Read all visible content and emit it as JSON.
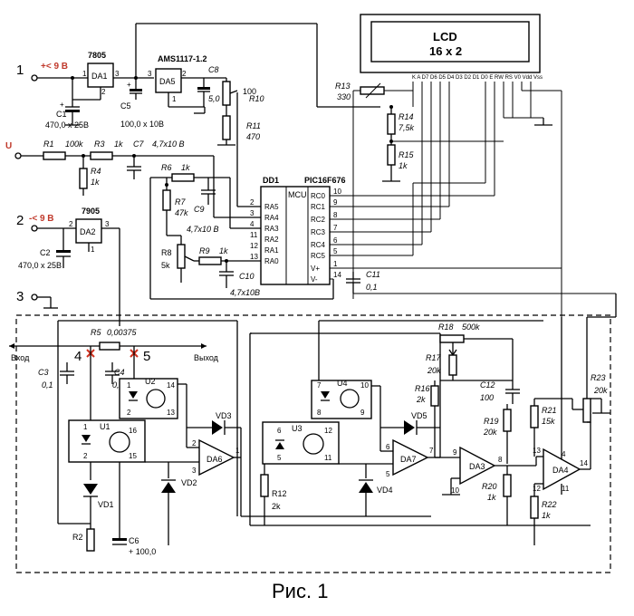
{
  "terminals": {
    "t1": {
      "num": "1",
      "label": "+< 9 В"
    },
    "t2": {
      "num": "2",
      "label": "-< 9 В"
    },
    "t3": {
      "num": "3"
    },
    "u": "U",
    "t4": "4",
    "t5": "5"
  },
  "lcd": {
    "title": "LCD",
    "size": "16 x 2",
    "pins": "K A D7 D6 D5 D4 D3 D2 D1 D0 E RW RS V0 Vdd Vss"
  },
  "ics": {
    "da1": "DA1",
    "da1_type": "7805",
    "da5": "DA5",
    "da5_type": "AMS1117-1.2",
    "da2": "DA2",
    "da2_type": "7905",
    "dd1": "DD1",
    "dd1_type": "PIC16F676",
    "mcu": "MCU",
    "da6": "DA6",
    "da7": "DA7",
    "da3": "DA3",
    "da4": "DA4",
    "u1": "U1",
    "u2": "U2",
    "u3": "U3",
    "u4": "U4"
  },
  "mcu_pins": {
    "left": [
      "RA5",
      "RA4",
      "RA3",
      "RA2",
      "RA1",
      "RA0"
    ],
    "left_nums": [
      "2",
      "3",
      "4",
      "11",
      "12",
      "13"
    ],
    "right": [
      "RC0",
      "RC1",
      "RC2",
      "RC3",
      "RC4",
      "RC5",
      "V+",
      "V-"
    ],
    "right_nums": [
      "10",
      "9",
      "8",
      "7",
      "6",
      "5",
      "1",
      "14"
    ]
  },
  "components": {
    "c1": [
      "C1",
      "470,0 x 25В"
    ],
    "c5": [
      "C5",
      "100,0 x 10В"
    ],
    "c8": [
      "C8",
      "5,0"
    ],
    "r10": [
      "R10",
      "100"
    ],
    "r11": [
      "R11",
      "470"
    ],
    "r1": [
      "R1",
      "100k"
    ],
    "r3": [
      "R3",
      "1k"
    ],
    "c7": [
      "C7",
      "4,7x10 В"
    ],
    "r4": [
      "R4",
      "1k"
    ],
    "r6": [
      "R6",
      "1k"
    ],
    "r7": [
      "R7",
      "47k"
    ],
    "c9": [
      "C9",
      "4,7x10 В"
    ],
    "r8": [
      "R8",
      "5k"
    ],
    "r9": [
      "R9",
      "1k"
    ],
    "c10": [
      "C10",
      "4,7x10В"
    ],
    "c2": [
      "C2",
      "470,0 x 25В"
    ],
    "r13": [
      "R13",
      "330"
    ],
    "r14": [
      "R14",
      "7,5k"
    ],
    "r15": [
      "R15",
      "1k"
    ],
    "c11": [
      "C11",
      "0,1"
    ],
    "r5": [
      "R5",
      "0,00375"
    ],
    "c3": [
      "C3",
      "0,1"
    ],
    "c4": [
      "C4",
      "0,1"
    ],
    "vd1": "VD1",
    "vd2": "VD2",
    "vd3": "VD3",
    "vd4": "VD4",
    "vd5": "VD5",
    "r2": "R2",
    "c6": [
      "C6",
      "+ 100,0"
    ],
    "r12": [
      "R12",
      "2k"
    ],
    "r18": [
      "R18",
      "500k"
    ],
    "r17": [
      "R17",
      "20k"
    ],
    "r16": [
      "R16",
      "2k"
    ],
    "c12": [
      "C12",
      "100"
    ],
    "r19": [
      "R19",
      "20k"
    ],
    "r20": [
      "R20",
      "1k"
    ],
    "r21": [
      "R21",
      "15k"
    ],
    "r22": [
      "R22",
      "1k"
    ],
    "r23": [
      "R23",
      "20k"
    ]
  },
  "io": {
    "input": "Вход",
    "output": "Выход"
  },
  "caption": "Рис. 1"
}
